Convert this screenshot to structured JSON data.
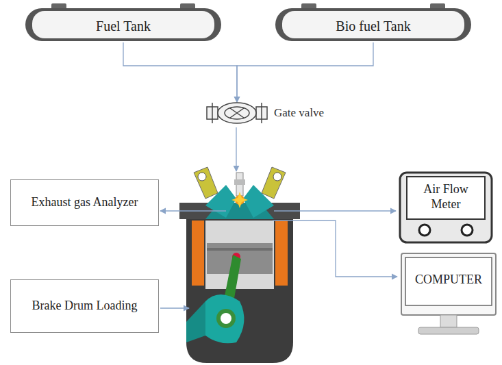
{
  "diagram": {
    "nodes": [
      {
        "text": [
          "Fuel Tank"
        ]
      },
      {
        "text": [
          "Bio fuel Tank"
        ]
      },
      {
        "text": [
          "Gate valve"
        ]
      },
      {
        "text": [
          "Exhaust gas Analyzer"
        ]
      },
      {
        "text": [
          "Air Flow Meter"
        ]
      },
      {
        "text": [
          "COMPUTER"
        ]
      },
      {
        "text": [
          "Brake Drum Loading"
        ]
      }
    ],
    "edges": [
      {
        "from": 0,
        "to": 2,
        "arrow": "to"
      },
      {
        "from": 1,
        "to": 2,
        "arrow": "to"
      }
    ]
  }
}
